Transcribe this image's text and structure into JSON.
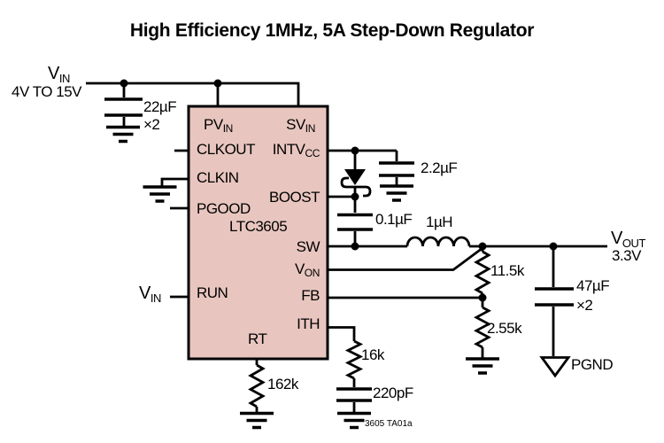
{
  "title": "High Efficiency 1MHz, 5A Step-Down Regulator",
  "colors": {
    "ic_fill": "#e8c6bf",
    "wire": "#000000",
    "background": "#ffffff"
  },
  "ic": {
    "part_number": "LTC3605",
    "pins": {
      "pvin": {
        "main": "PV",
        "sub": "IN"
      },
      "svin": {
        "main": "SV",
        "sub": "IN"
      },
      "clkout": {
        "main": "CLKOUT"
      },
      "intvcc": {
        "main": "INTV",
        "sub": "CC"
      },
      "clkin": {
        "main": "CLKIN"
      },
      "boost": {
        "main": "BOOST"
      },
      "pgood": {
        "main": "PGOOD"
      },
      "sw": {
        "main": "SW"
      },
      "von": {
        "main": "V",
        "sub": "ON"
      },
      "run": {
        "main": "RUN"
      },
      "fb": {
        "main": "FB"
      },
      "ith": {
        "main": "ITH"
      },
      "rt": {
        "main": "RT"
      }
    }
  },
  "input": {
    "name": {
      "main": "V",
      "sub": "IN"
    },
    "range": "4V TO 15V"
  },
  "run_net": {
    "main": "V",
    "sub": "IN"
  },
  "output": {
    "name": {
      "main": "V",
      "sub": "OUT"
    },
    "voltage": "3.3V",
    "gnd": "PGND"
  },
  "components": {
    "input_cap": {
      "value": "22µF",
      "qty": "×2"
    },
    "intvcc_cap": {
      "value": "2.2µF"
    },
    "boost_cap": {
      "value": "0.1µF"
    },
    "inductor": {
      "value": "1µH"
    },
    "fb_top_res": {
      "value": "11.5k"
    },
    "fb_bot_res": {
      "value": "2.55k"
    },
    "output_cap": {
      "value": "47µF",
      "qty": "×2"
    },
    "rt_res": {
      "value": "162k"
    },
    "ith_res": {
      "value": "16k"
    },
    "ith_cap": {
      "value": "220pF"
    }
  },
  "figure_ref": "3605 TA01a"
}
